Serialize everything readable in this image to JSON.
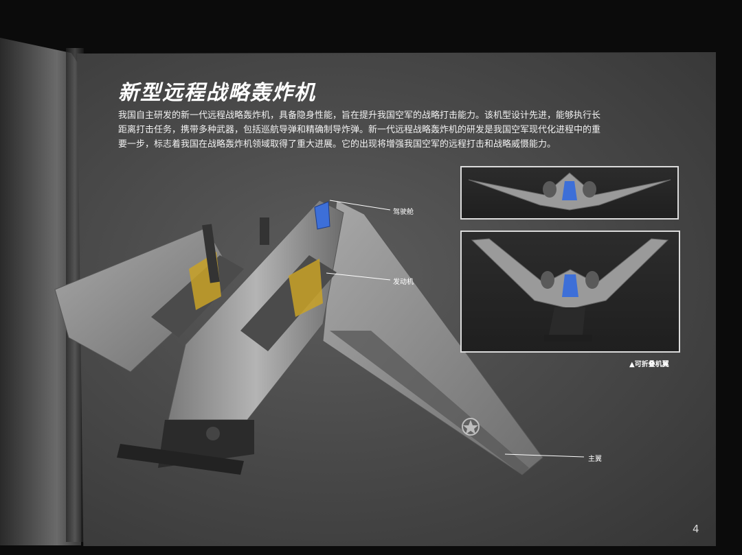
{
  "page": {
    "title": "新型远程战略轰炸机",
    "paragraph_lines": [
      "我国自主研发的新一代远程战略轰炸机，具备隐身性能，旨在提升我国空军的战略打击能力。该机型设计先进，能够执行长",
      "距离打击任务，携带多种武器，包括巡航导弹和精确制导炸弹。新一代远程战略轰炸机的研发是我国空军现代化进程中的重",
      "要一步，标志着我国在战略轰炸机领域取得了重大进展。它的出现将增强我国空军的远程打击和战略威慑能力。"
    ],
    "labels": {
      "cockpit": "驾驶舱",
      "engine": "发动机",
      "main_wing": "主翼"
    },
    "folded_caption": "▲可折叠机翼",
    "page_number": "4"
  },
  "colors": {
    "page_bg": "#4a4a4a",
    "text": "#ffffff",
    "model_gray": "#8f8f8f",
    "canopy_blue": "#3d6fd8",
    "engine_gold": "#c9a227"
  }
}
